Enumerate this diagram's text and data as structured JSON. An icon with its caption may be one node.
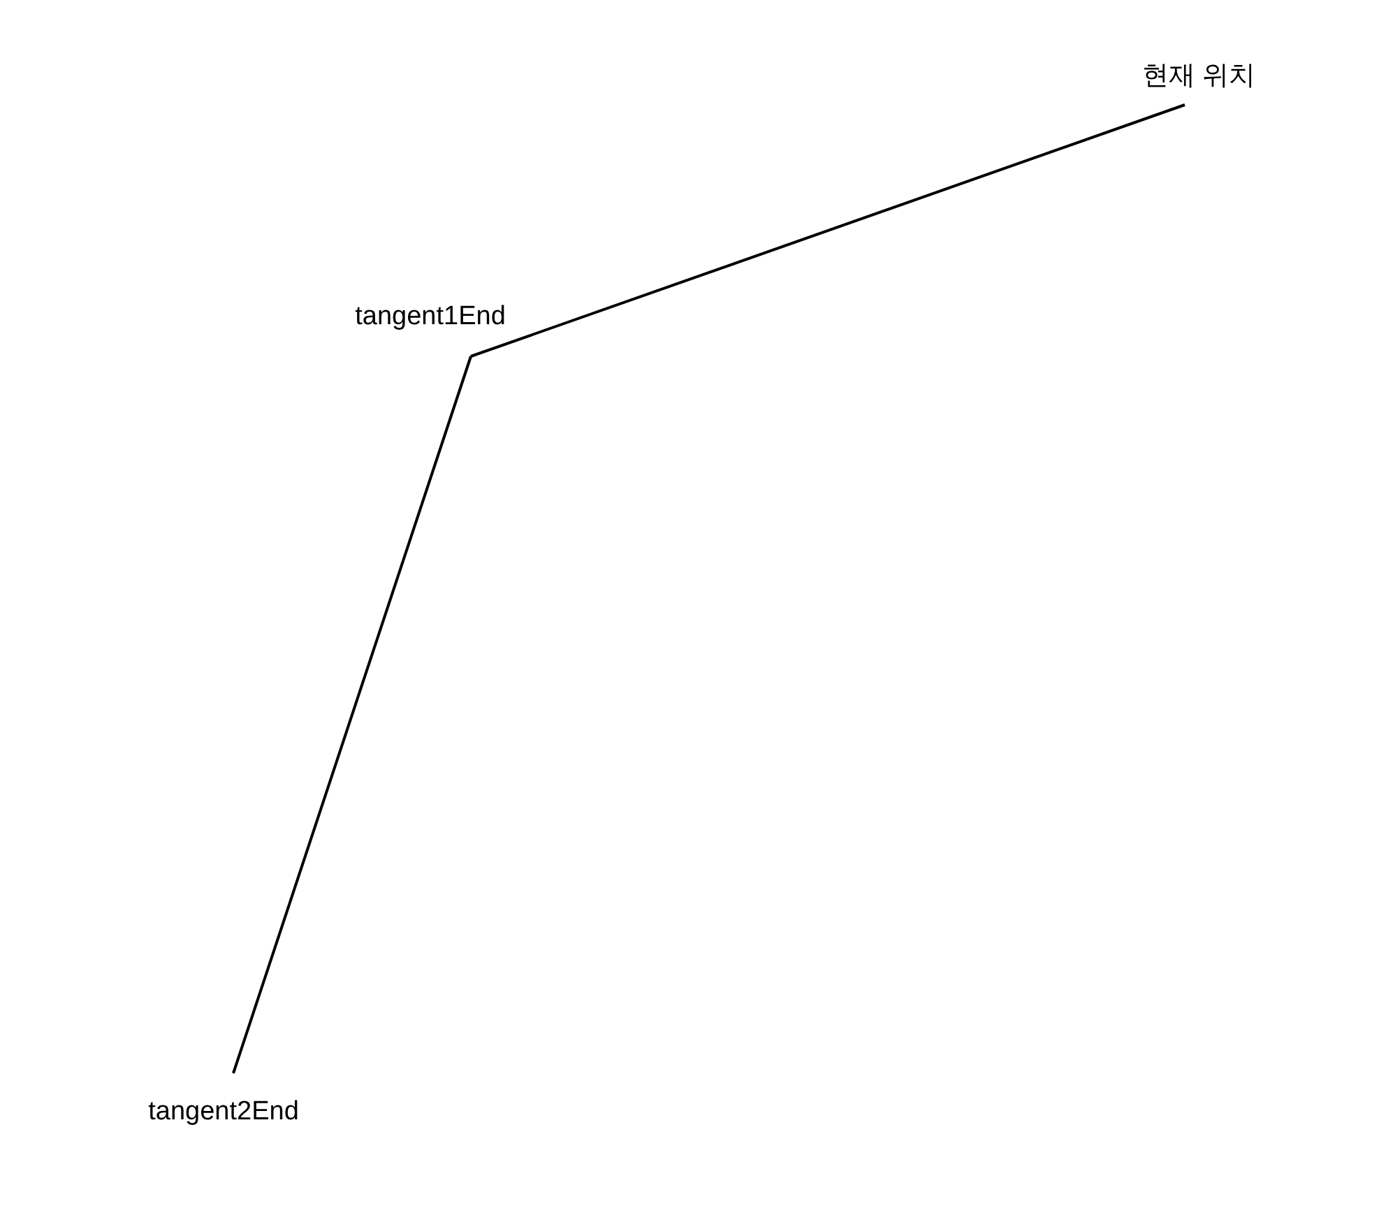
{
  "diagram": {
    "nodes": [
      {
        "text": [
          "현재 위치"
        ]
      },
      {
        "text": [
          "tangent1End"
        ]
      },
      {
        "text": [
          "tangent2End"
        ]
      }
    ],
    "edges": [
      {
        "from": 0,
        "to": 1,
        "arrow": "none"
      },
      {
        "from": 1,
        "to": 2,
        "arrow": "none"
      }
    ]
  }
}
